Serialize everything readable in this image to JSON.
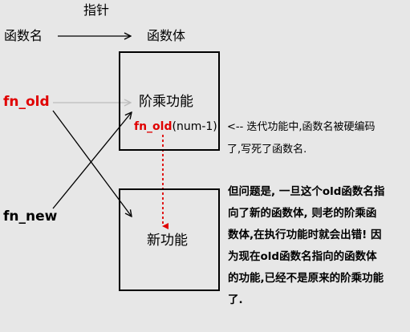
{
  "header": {
    "pointer_label": "指针",
    "func_name_label": "函数名",
    "func_body_label": "函数体"
  },
  "boxes": {
    "factorial_label": "阶乘功能",
    "new_label": "新功能"
  },
  "vars": {
    "fn_old": "fn_old",
    "fn_new": "fn_new"
  },
  "call": {
    "name": "fn_old",
    "args": "(num-1)"
  },
  "note_iter": {
    "line1": "<-- 迭代功能中,函数名被硬编码",
    "line2": "了,写死了函数名."
  },
  "problem": {
    "line1": "但问题是, 一旦这个old函数名指",
    "line2": "向了新的函数体, 则老的阶乘函",
    "line3": "数体,在执行功能时就会出错! 因",
    "line4": "为现在old函数名指向的函数体",
    "line5": "的功能,已经不是原来的阶乘功能",
    "line6": "了."
  },
  "colors": {
    "background": "#e7e7e7",
    "accent_red": "#e00000",
    "gray_arrow": "#bdbdbd"
  }
}
